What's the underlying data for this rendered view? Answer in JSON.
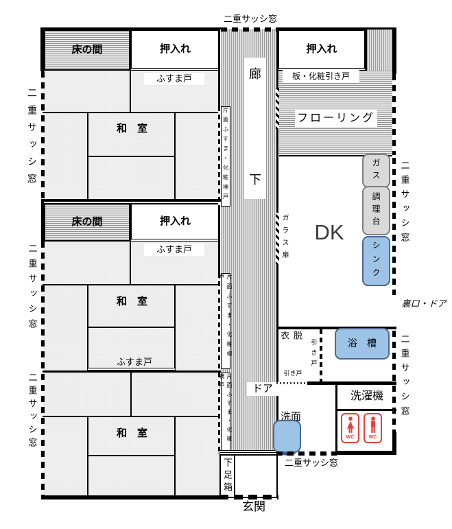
{
  "labels": {
    "double_sash_window": "二重サッシ窓",
    "tokonoma": "床の間",
    "closet": "押入れ",
    "fusuma_door": "ふすま戸",
    "japanese_room": "和　室",
    "corridor_char_1": "廊",
    "corridor_char_2": "下",
    "one_side_fusuma_door": "片面ふすま・化粧襖戸",
    "glass_door": "ガラス扉",
    "board_makeup_sliding_door": "板・化粧引き戸",
    "flooring": "フローリング",
    "dining_kitchen": "DK",
    "gas": "ガス",
    "cooking_counter": "調理台",
    "sink": "シンク",
    "back_door": "裏口・ドア",
    "dressing_room": "脱衣",
    "sliding_door": "引き戸",
    "bathtub": "浴　槽",
    "door": "ドア",
    "washbasin": "洗面",
    "washing_machine": "洗濯機",
    "wc": "WC",
    "shoe_box": "下足箱",
    "entrance": "玄関"
  },
  "colors": {
    "wall": "#000000",
    "fixture_gray": "#d9d9d9",
    "fixture_blue": "#9dc3e6",
    "wc_red": "#e8413c",
    "tatami": "#efefef"
  }
}
